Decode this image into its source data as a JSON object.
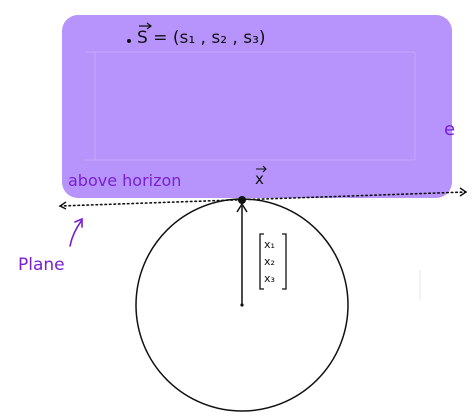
{
  "labels": {
    "s_vector": "S = (s₁ , s₂ , s₃)",
    "above_horizon": "above horizon",
    "x_vector": "x",
    "plane": "Plane",
    "x_components": [
      "x₁",
      "x₂",
      "x₃"
    ],
    "edge_mark": "e"
  },
  "colors": {
    "region_fill": "#b794fb",
    "region_grid": "#c3a6fc",
    "label_purple": "#7a1fd1",
    "ink": "#111111",
    "background": "#ffffff"
  }
}
